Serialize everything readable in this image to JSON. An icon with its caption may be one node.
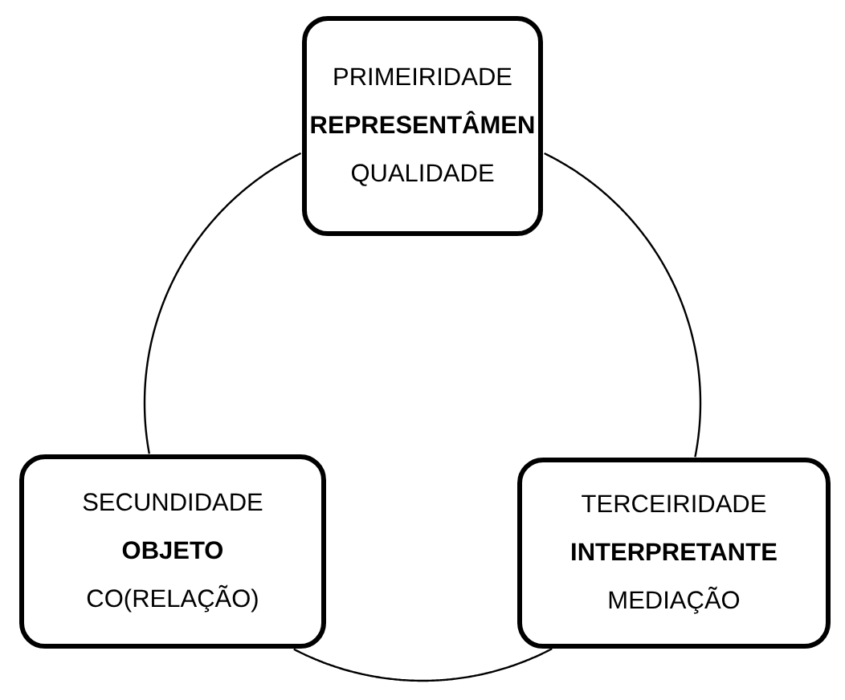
{
  "diagram": {
    "nodes": [
      {
        "text": [
          "PRIMEIRIDADE",
          "REPRESENTÂMEN",
          "QUALIDADE"
        ]
      },
      {
        "text": [
          "SECUNDIDADE",
          "OBJETO",
          "CO(RELAÇÃO)"
        ]
      },
      {
        "text": [
          "TERCEIRIDADE",
          "INTERPRETANTE",
          "MEDIAÇÃO"
        ]
      }
    ],
    "edges": [
      {
        "from": 0,
        "to": 1,
        "arrow": "none"
      },
      {
        "from": 0,
        "to": 2,
        "arrow": "none"
      },
      {
        "from": 1,
        "to": 2,
        "arrow": "none"
      }
    ]
  }
}
